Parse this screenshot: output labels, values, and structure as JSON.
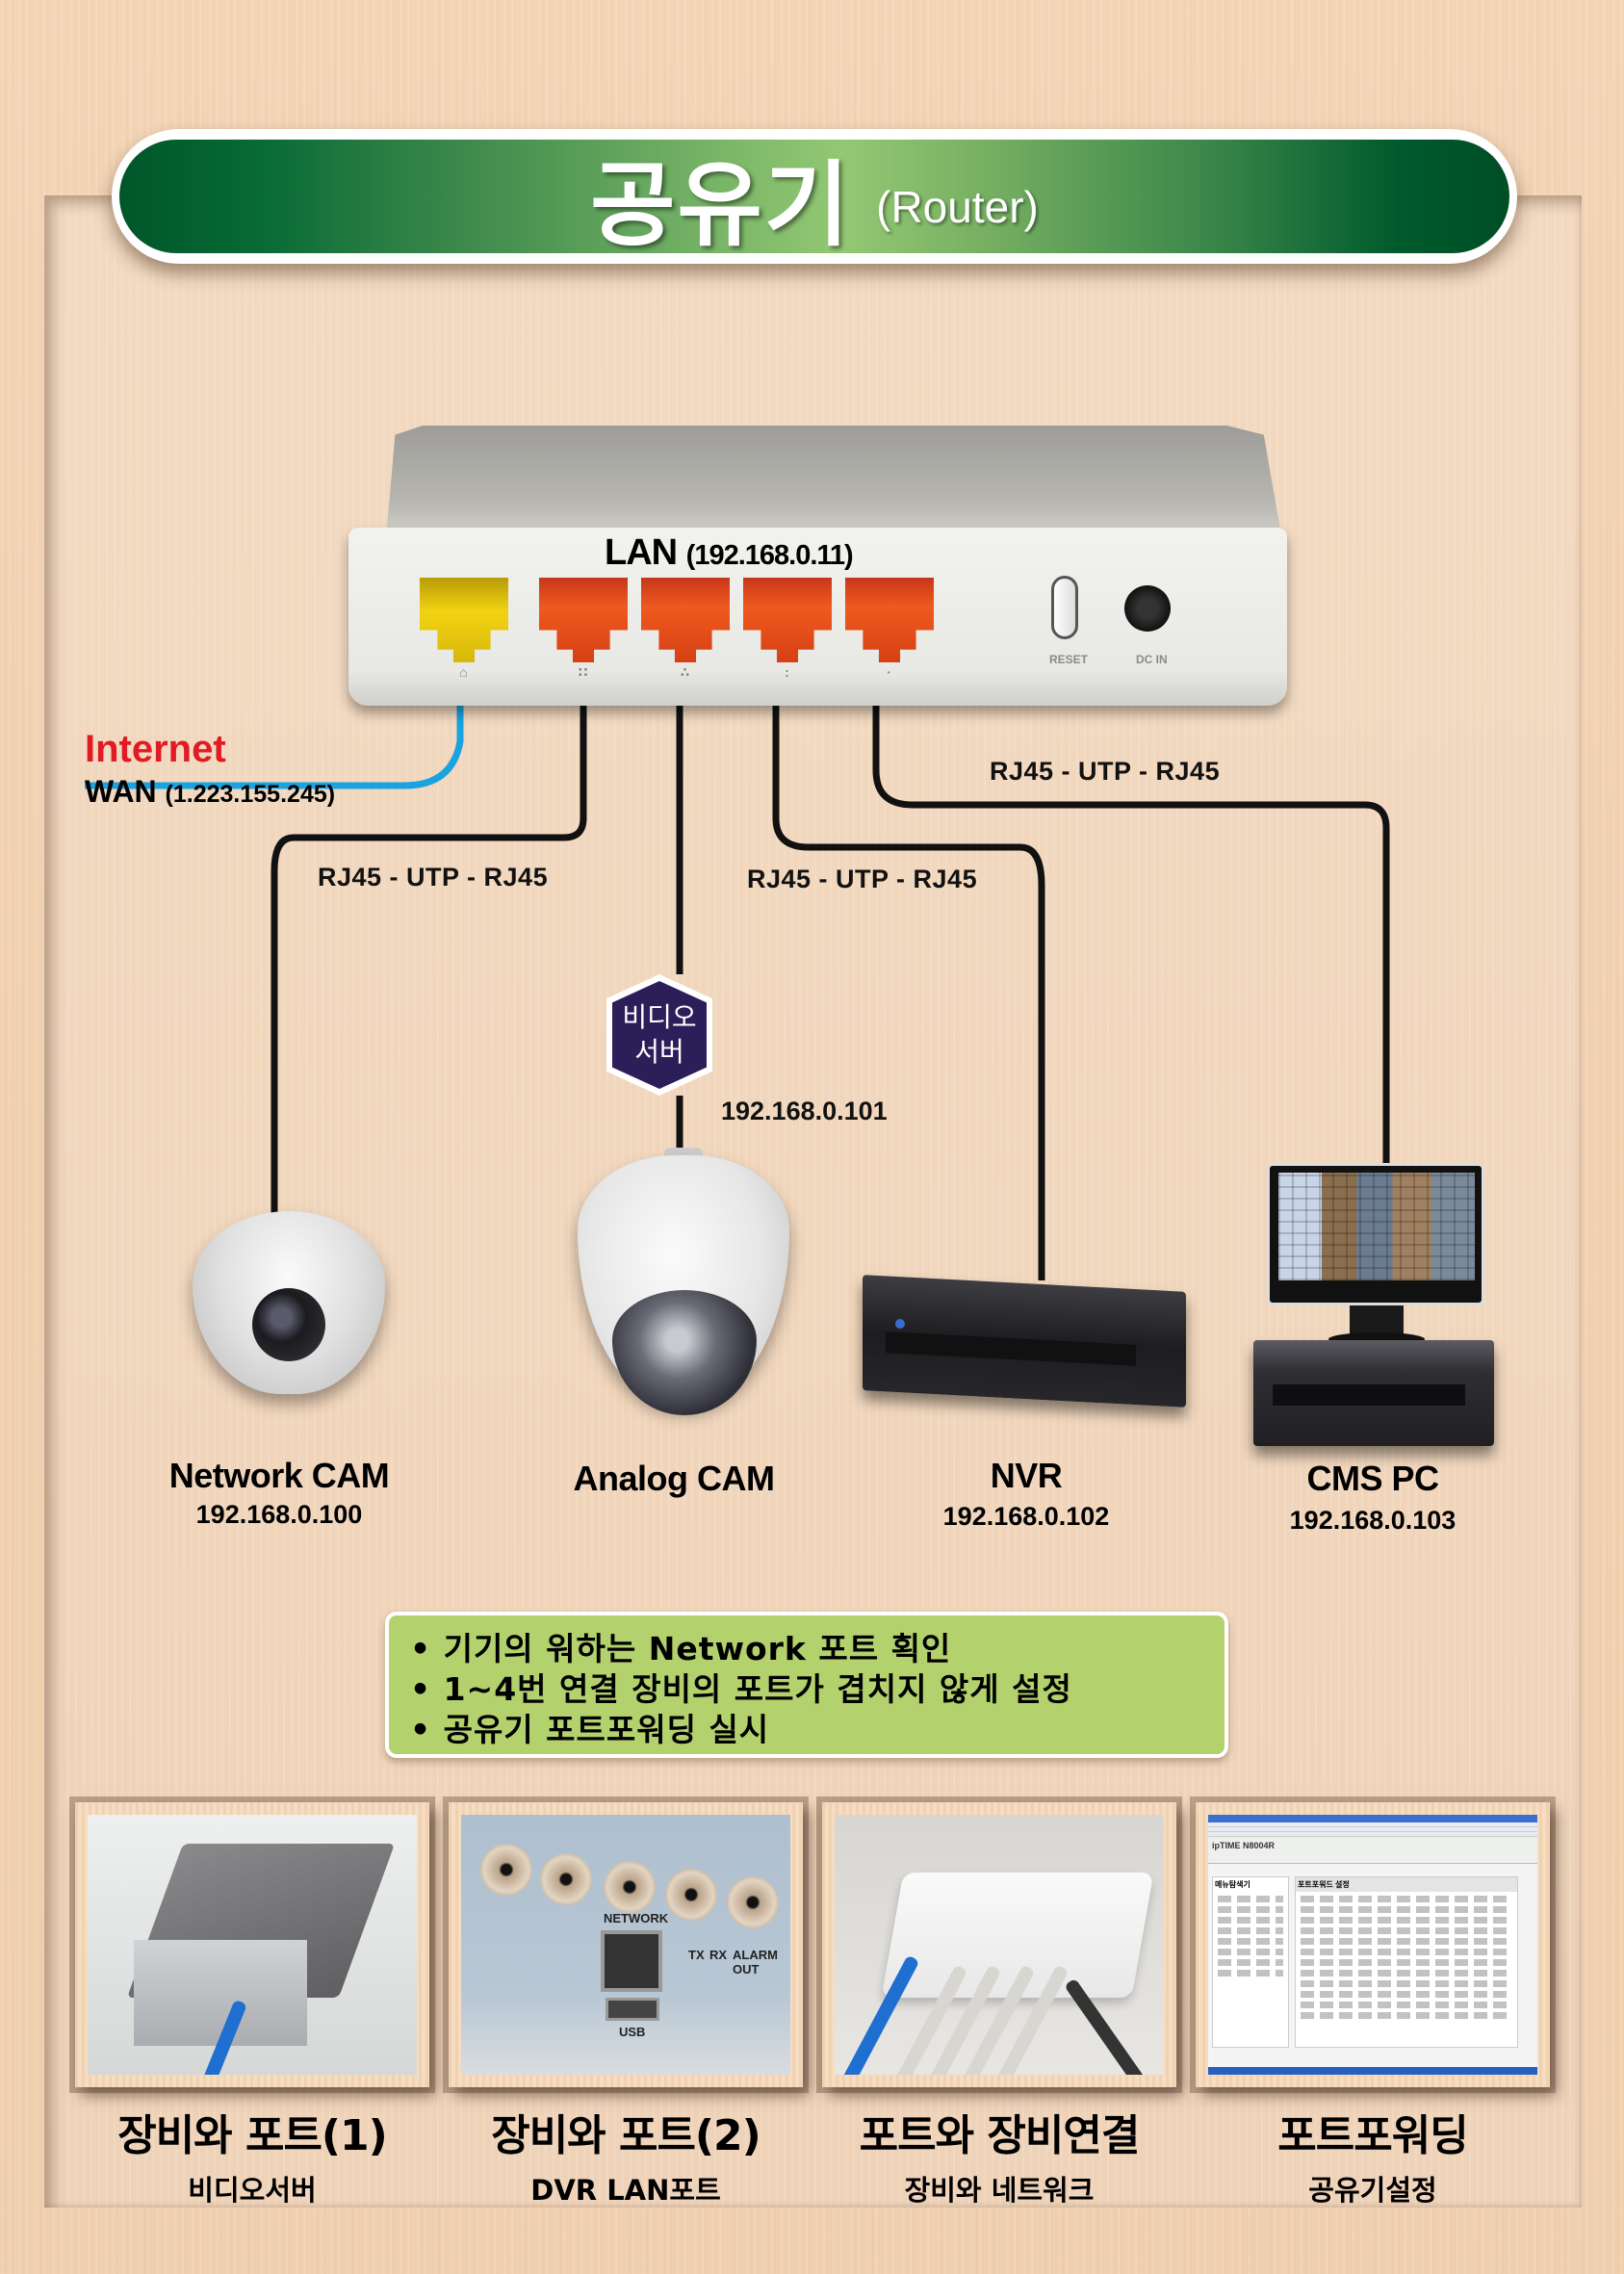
{
  "title": {
    "main": "공유기",
    "sub": "(Router)"
  },
  "router": {
    "lan_label": "LAN",
    "lan_ip": "(192.168.0.11)",
    "port_marks": [
      "⌂",
      "∷",
      "∴",
      ":",
      "·"
    ],
    "reset_label": "RESET",
    "dc_in_label": "DC IN"
  },
  "wan": {
    "internet_label": "Internet",
    "wan_label": "WAN",
    "wan_ip": "(1.223.155.245)"
  },
  "cable_labels": [
    "RJ45 - UTP - RJ45",
    "RJ45 - UTP - RJ45",
    "RJ45 - UTP - RJ45"
  ],
  "video_server": {
    "line1": "비디오",
    "line2": "서버",
    "ip": "192.168.0.101"
  },
  "devices": [
    {
      "name": "Network CAM",
      "ip": "192.168.0.100"
    },
    {
      "name": "Analog CAM",
      "ip": ""
    },
    {
      "name": "NVR",
      "ip": "192.168.0.102"
    },
    {
      "name": "CMS PC",
      "ip": "192.168.0.103"
    }
  ],
  "info_box": {
    "lines": [
      "• 기기의 워하는 Network 포트 획인",
      "• 1~4번 연결 장비의 포트가 겹치지 않게 설정",
      "• 공유기 포트포워딩 실시"
    ]
  },
  "photos": [
    {
      "caption": "장비와 포트(1)",
      "sub": "비디오서버"
    },
    {
      "caption": "장비와 포트(2)",
      "sub": "DVR LAN포트",
      "labels": {
        "network": "NETWORK",
        "usb": "USB",
        "tx": "TX",
        "rx": "RX",
        "alarm": "ALARM OUT"
      }
    },
    {
      "caption": "포트와 장비연결",
      "sub": "장비와 네트워크"
    },
    {
      "caption": "포트포워딩",
      "sub": "공유기설정",
      "labels": {
        "brand": "ipTIME N8004R",
        "side_title": "메뉴탐색기",
        "main_title": "포트포워드 설정"
      }
    }
  ],
  "colors": {
    "title_green": "#00562a",
    "title_light_green": "#93c873",
    "internet_red": "#e11b24",
    "wan_cable_blue": "#1aa3e0",
    "hexagon_navy": "#2b1e59",
    "info_green": "#b3d16c",
    "lan_port_orange": "#ef5a1f",
    "wan_port_yellow": "#f2d312"
  }
}
